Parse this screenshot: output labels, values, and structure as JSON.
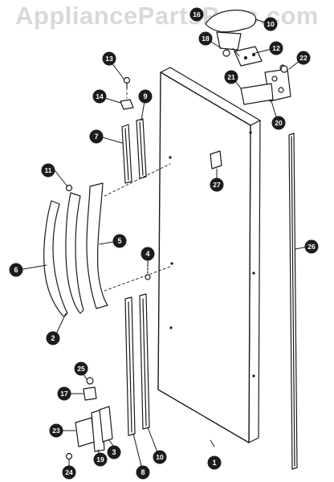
{
  "watermark": "AppliancePartsPros.com",
  "colors": {
    "ink": "#1a1a1a",
    "callout_fill": "#1c1c1c",
    "callout_text": "#ffffff",
    "watermark": "#d9d9d9",
    "panel": "#ffffff"
  },
  "callouts": [
    {
      "id": "1",
      "label": "1"
    },
    {
      "id": "2",
      "label": "2"
    },
    {
      "id": "3",
      "label": "3"
    },
    {
      "id": "4",
      "label": "4"
    },
    {
      "id": "5",
      "label": "5"
    },
    {
      "id": "6",
      "label": "6"
    },
    {
      "id": "7",
      "label": "7"
    },
    {
      "id": "8",
      "label": "8"
    },
    {
      "id": "9",
      "label": "9"
    },
    {
      "id": "10",
      "label": "10"
    },
    {
      "id": "10b",
      "label": "10"
    },
    {
      "id": "11",
      "label": "11"
    },
    {
      "id": "12",
      "label": "12"
    },
    {
      "id": "13",
      "label": "13"
    },
    {
      "id": "14",
      "label": "14"
    },
    {
      "id": "16",
      "label": "16"
    },
    {
      "id": "17",
      "label": "17"
    },
    {
      "id": "18",
      "label": "18"
    },
    {
      "id": "19",
      "label": "19"
    },
    {
      "id": "20",
      "label": "20"
    },
    {
      "id": "21",
      "label": "21"
    },
    {
      "id": "22",
      "label": "22"
    },
    {
      "id": "23",
      "label": "23"
    },
    {
      "id": "24",
      "label": "24"
    },
    {
      "id": "25",
      "label": "25"
    },
    {
      "id": "26",
      "label": "26"
    },
    {
      "id": "27",
      "label": "27"
    }
  ]
}
